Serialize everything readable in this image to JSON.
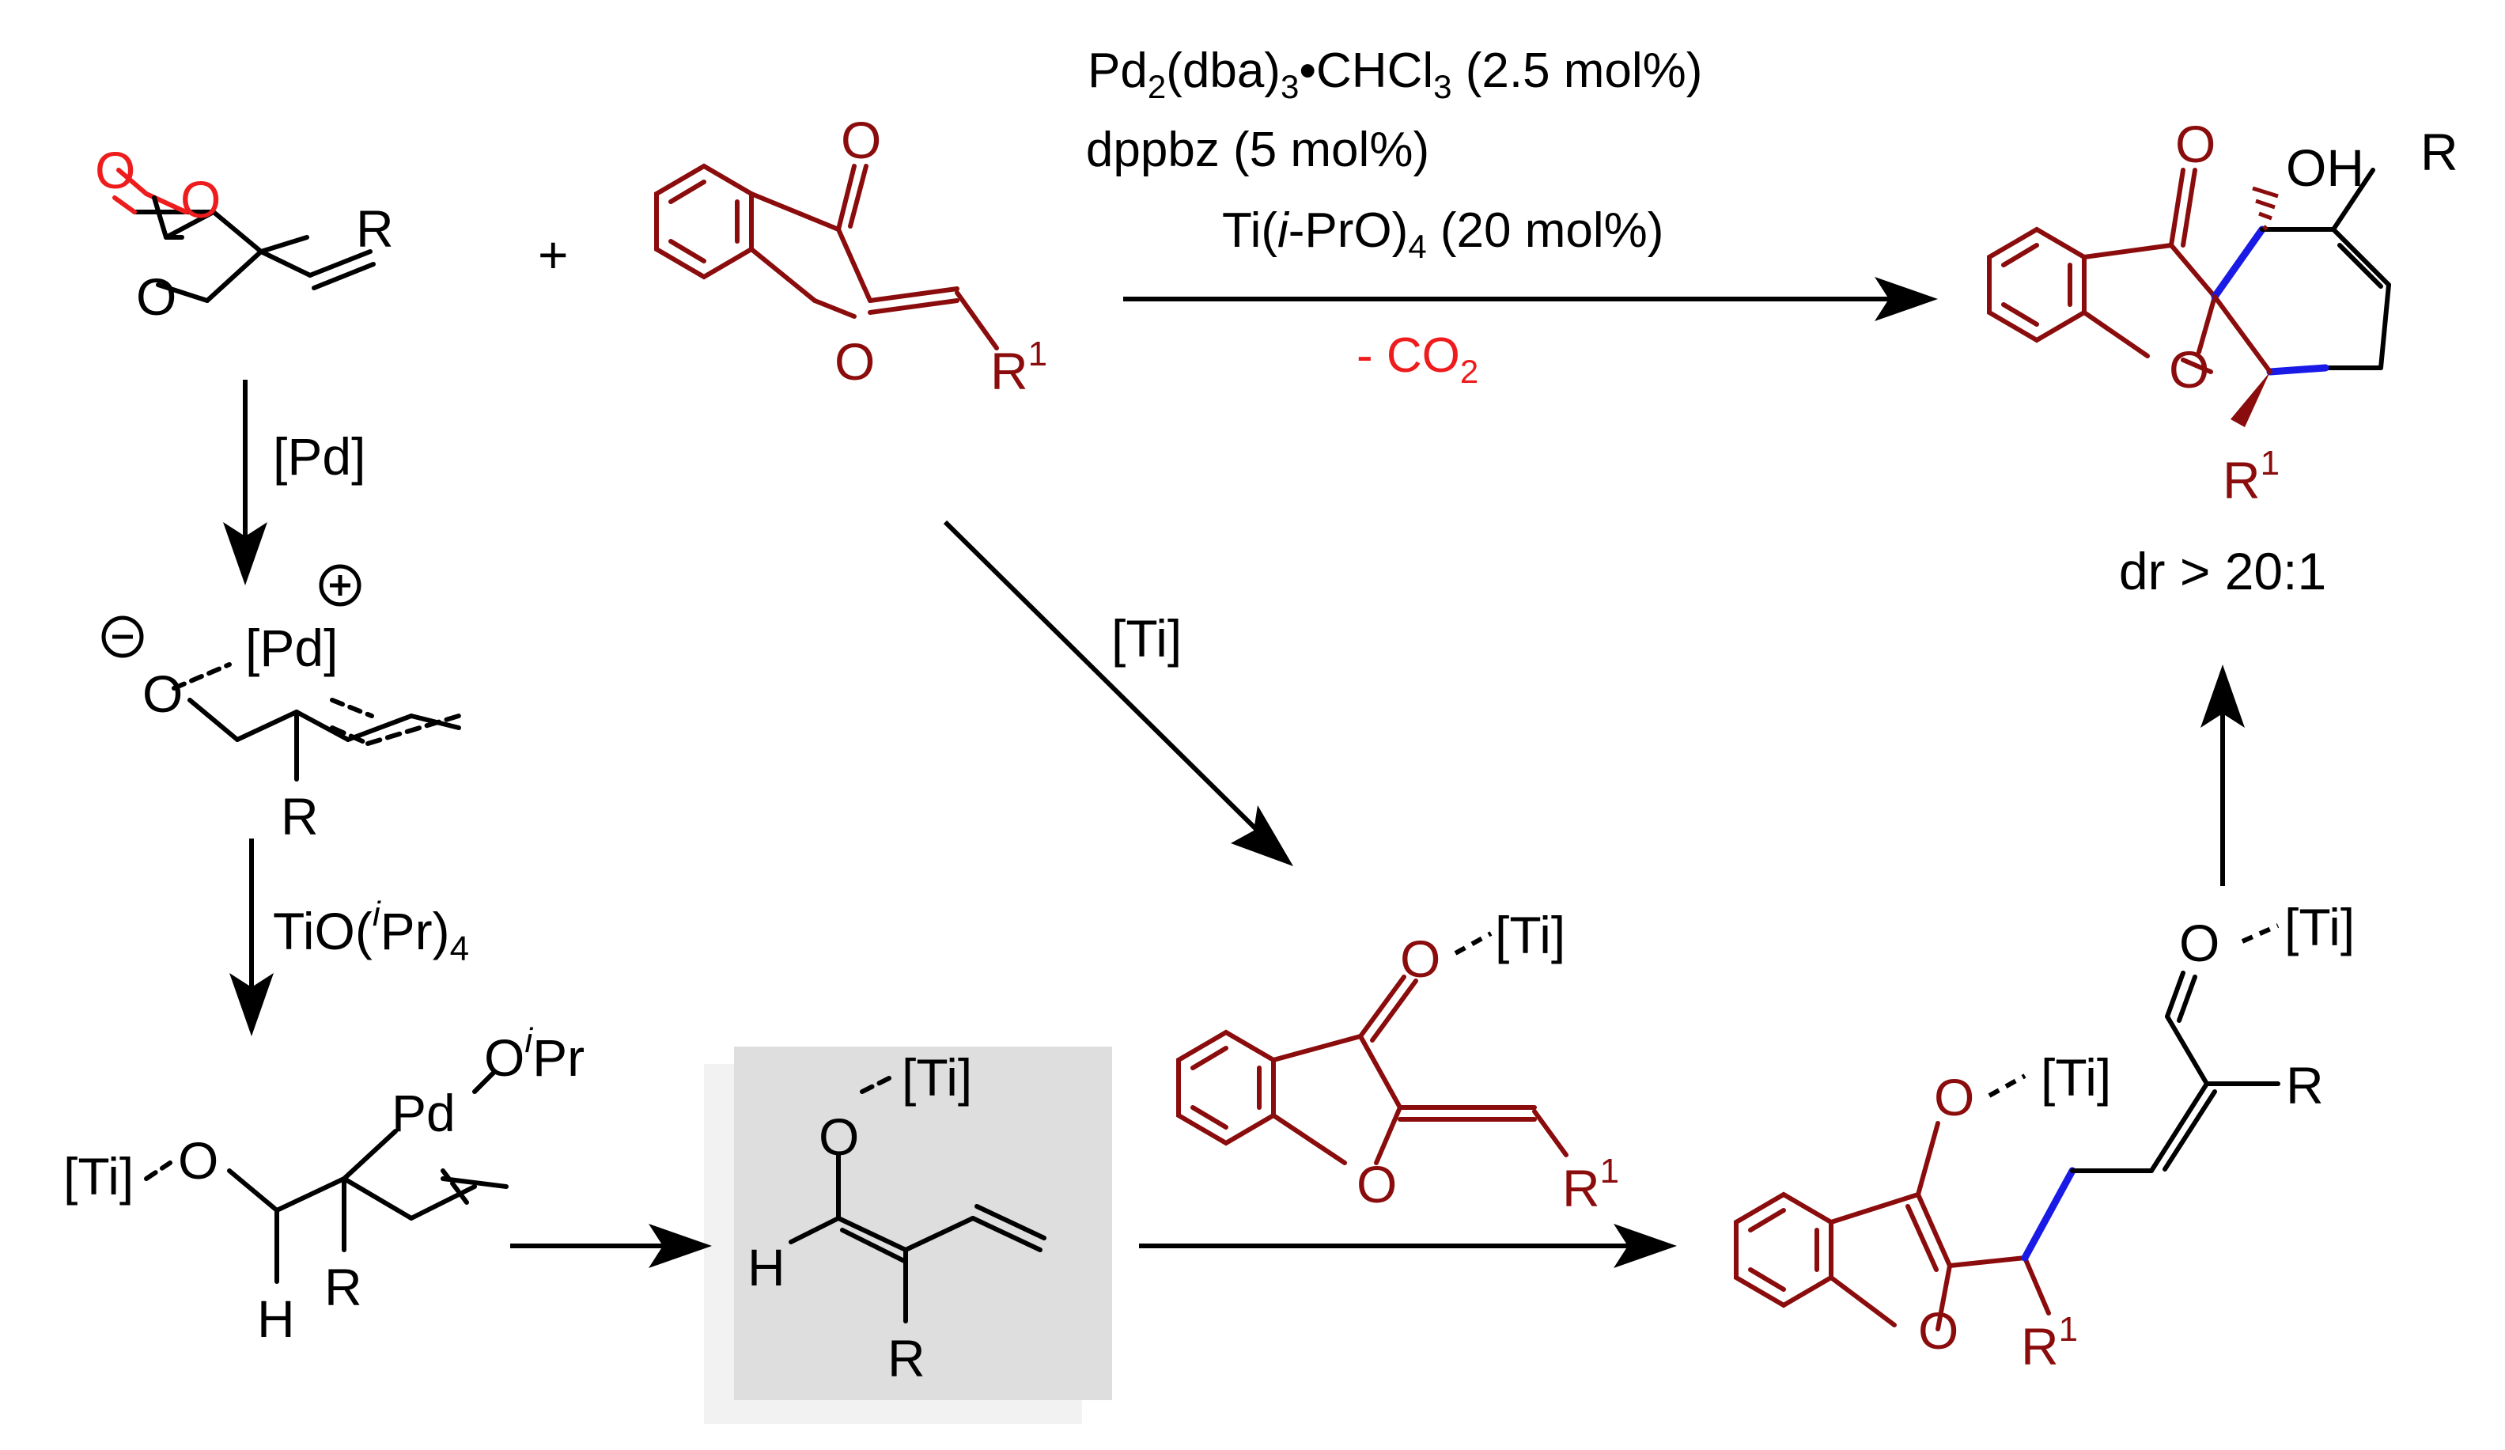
{
  "conditions": {
    "line1_main": "Pd",
    "line1_sub": "2",
    "line1_mid": "(dba)",
    "line1_sub2": "3",
    "line1_rest": "•CHCl",
    "line1_sub3": "3",
    "line1_tail": " (2.5 mol%)",
    "line2": "dppbz (5 mol%)",
    "line3_pre": "Ti(",
    "line3_ital": "i",
    "line3_mid": "-PrO)",
    "line3_sub": "4",
    "line3_tail": " (20 mol%)",
    "line4_pre": "- CO",
    "line4_sub": "2"
  },
  "reagents": {
    "plus": "+",
    "pd": "[Pd]",
    "ti": "[Ti]",
    "tiopr_pre": "TiO(",
    "tiopr_sup": "i",
    "tiopr_mid": "Pr)",
    "tiopr_sub": "4"
  },
  "product": {
    "dr": "dr > 20:1"
  },
  "atoms": {
    "O": "O",
    "R": "R",
    "R1": "R",
    "one": "1",
    "H": "H",
    "OH": "OH",
    "Pd": "Pd",
    "PdBr": "[Pd]",
    "Ti": "[Ti]",
    "OiPr_O": "O",
    "OiPr_i": "i",
    "OiPr_Pr": "Pr",
    "plus_sign": "+",
    "minus_sign": "−"
  },
  "colors": {
    "black": "#000000",
    "red": "#ee1c1c",
    "dark_red": "#8b0c0c",
    "blue": "#1a1ae6",
    "highlight_bg": "#dedede"
  }
}
